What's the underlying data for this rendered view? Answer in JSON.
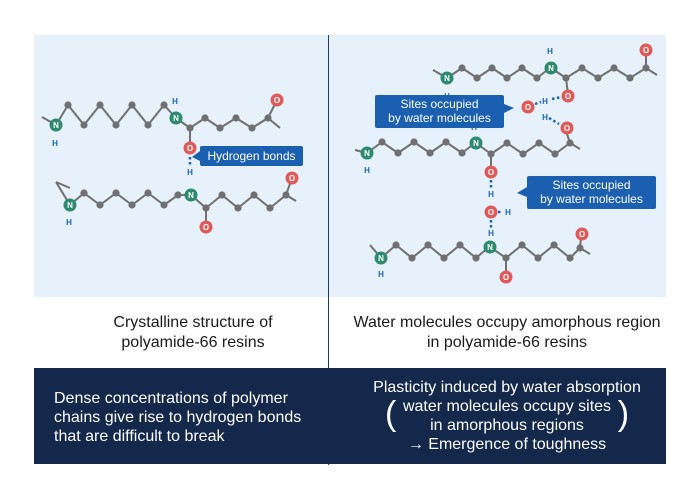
{
  "atoms": {
    "nitrogen": "N",
    "oxygen": "O",
    "hydrogen": "H"
  },
  "colors": {
    "chain": "#707070",
    "nitrogen": "#2e8a6e",
    "oxygen": "#e05a5a",
    "hydrogen": "#1b64b5",
    "callout": "#1b5fb0",
    "panel": "#e6f1fb",
    "dark_box": "#13284a"
  },
  "left": {
    "callout": "Hydrogen bonds",
    "caption_lines": [
      "Crystalline structure of",
      "polyamide-66 resins"
    ],
    "box_lines": [
      "Dense concentrations of polymer",
      "chains give rise to hydrogen bonds",
      "that are difficult to break"
    ]
  },
  "right": {
    "callout_top": [
      "Sites occupied",
      "by water molecules"
    ],
    "callout_right": [
      "Sites occupied",
      "by water molecules"
    ],
    "caption_lines": [
      "Water molecules occupy amorphous region",
      "in polyamide-66 resins"
    ],
    "box_title": "Plasticity induced by water absorption",
    "box_paren_lines": [
      "water molecules occupy sites",
      "in amorphous regions"
    ],
    "box_result": "→ Emergence of toughness"
  }
}
